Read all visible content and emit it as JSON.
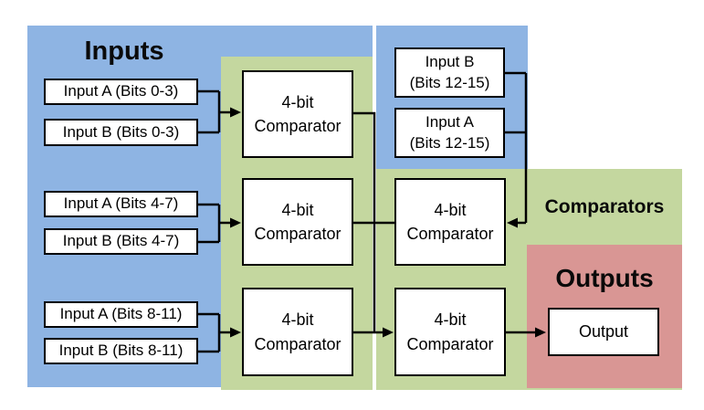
{
  "titles": {
    "inputs": "Inputs",
    "comparators": "Comparators",
    "outputs": "Outputs"
  },
  "colors": {
    "inputs_region_blue": "#8eb4e3",
    "comparators_region_green": "#c4d79f",
    "outputs_region_red": "#d99694",
    "node_fill": "#ffffff",
    "node_border": "#000000",
    "wire": "#000000"
  },
  "input_boxes": [
    {
      "label": "Input A (Bits 0-3)"
    },
    {
      "label": "Input B (Bits 0-3)"
    },
    {
      "label": "Input A (Bits 4-7)"
    },
    {
      "label": "Input B (Bits 4-7)"
    },
    {
      "label": "Input A (Bits 8-11)"
    },
    {
      "label": "Input B (Bits 8-11)"
    }
  ],
  "input_boxes_bits12_15": [
    {
      "line1": "Input B",
      "line2": "(Bits 12-15)"
    },
    {
      "line1": "Input A",
      "line2": "(Bits 12-15)"
    }
  ],
  "comparator_label": {
    "line1": "4-bit",
    "line2": "Comparator"
  },
  "output_box": {
    "label": "Output"
  }
}
